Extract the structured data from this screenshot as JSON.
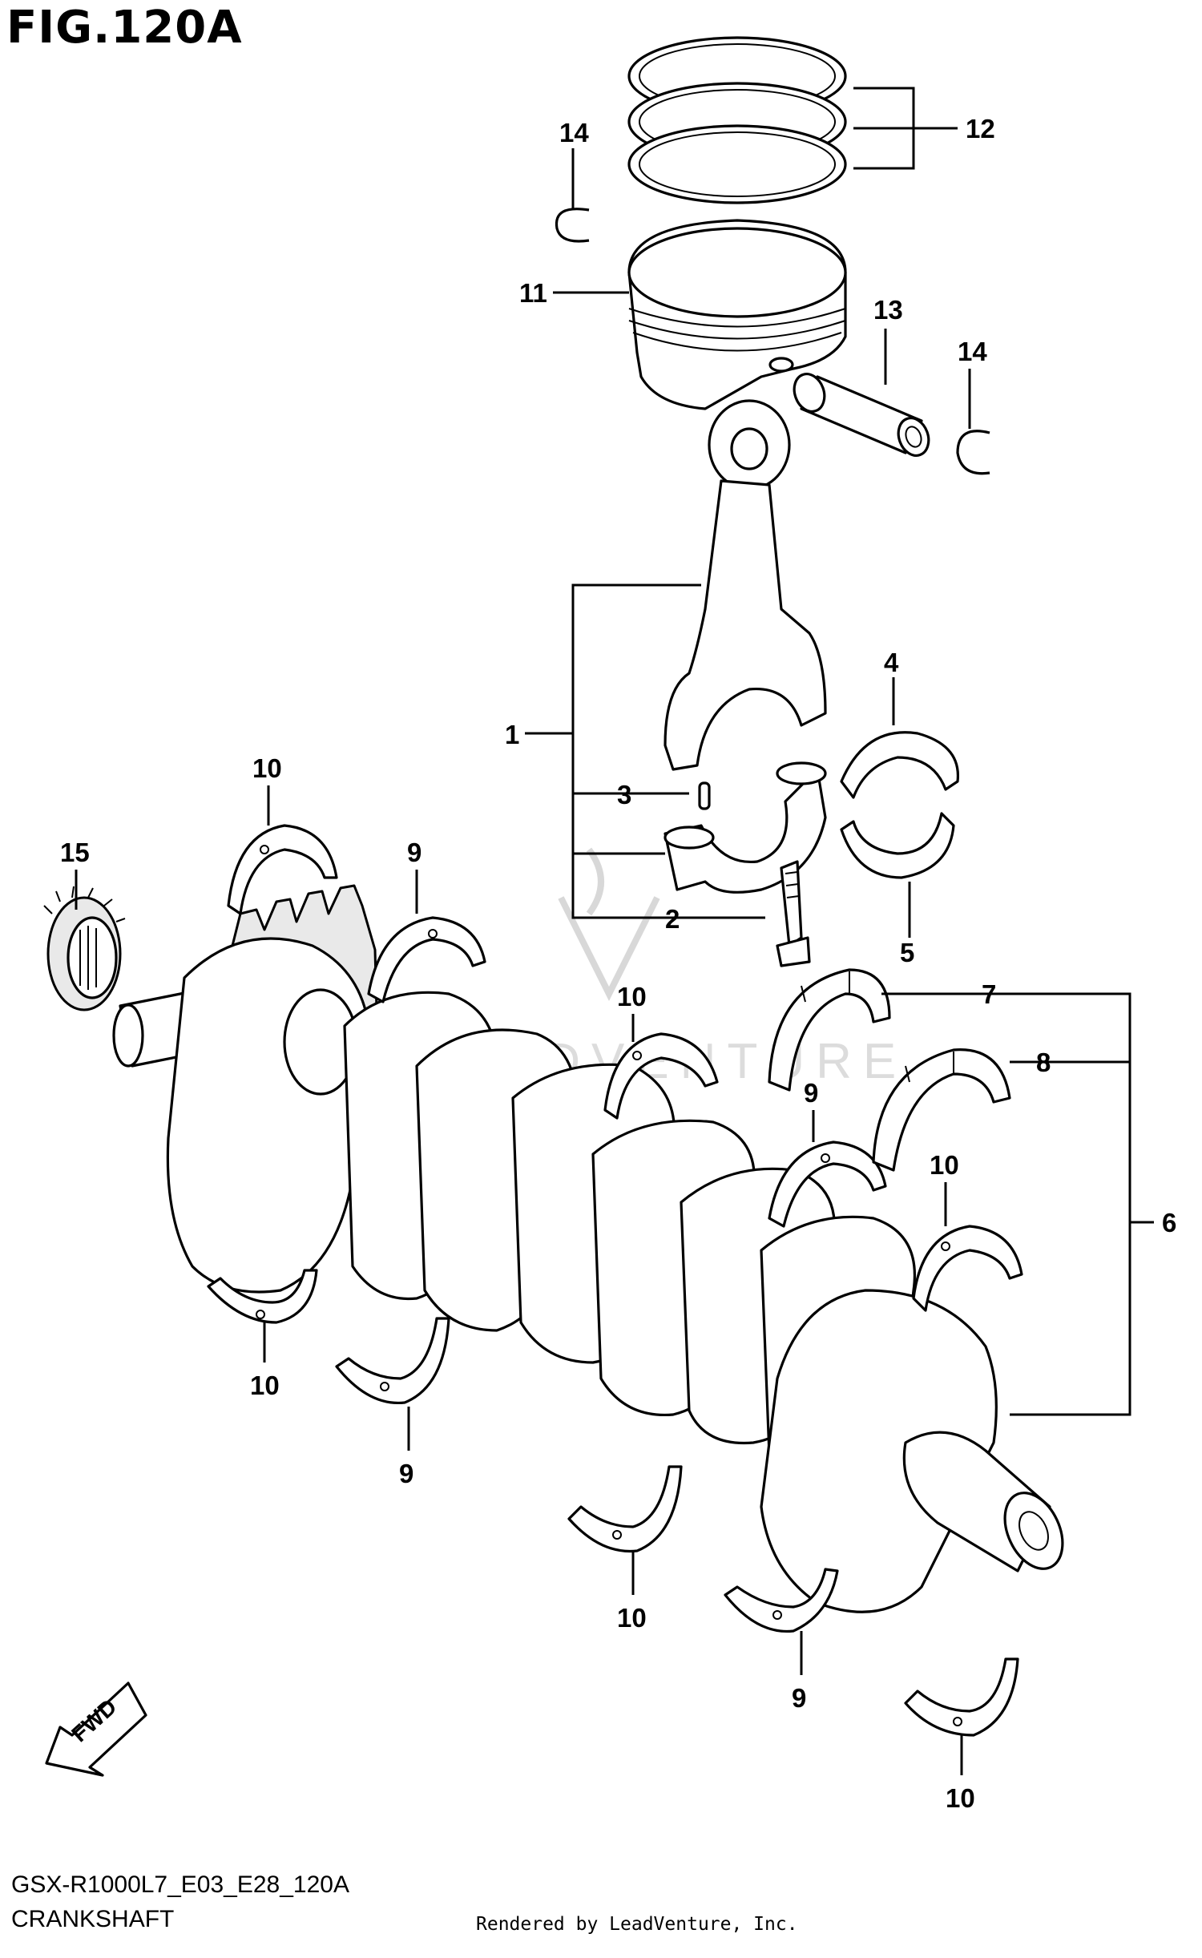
{
  "figure_title": "FIG.120A",
  "model_code": "GSX-R1000L7_E03_E28_120A",
  "section_name": "CRANKSHAFT",
  "rendered_by": "Rendered by LeadVenture, Inc.",
  "fwd_label": "FWD",
  "callouts": [
    "1",
    "2",
    "3",
    "4",
    "5",
    "6",
    "7",
    "8",
    "9",
    "9",
    "9",
    "9",
    "10",
    "10",
    "10",
    "10",
    "10",
    "10",
    "10",
    "11",
    "12",
    "13",
    "14",
    "14",
    "15"
  ]
}
